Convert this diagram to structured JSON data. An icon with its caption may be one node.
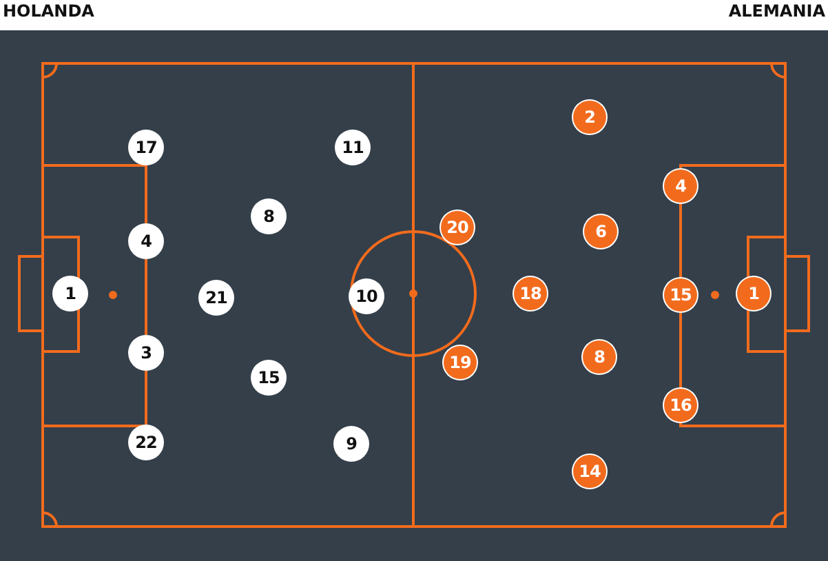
{
  "diagram": {
    "nodes": [
      {
        "text": [
          "1"
        ]
      },
      {
        "text": [
          "17"
        ]
      },
      {
        "text": [
          "4"
        ]
      },
      {
        "text": [
          "3"
        ]
      },
      {
        "text": [
          "22"
        ]
      },
      {
        "text": [
          "21"
        ]
      },
      {
        "text": [
          "8"
        ]
      },
      {
        "text": [
          "15"
        ]
      },
      {
        "text": [
          "11"
        ]
      },
      {
        "text": [
          "10"
        ]
      },
      {
        "text": [
          "9"
        ]
      },
      {
        "text": [
          "2"
        ]
      },
      {
        "text": [
          "20"
        ]
      },
      {
        "text": [
          "19"
        ]
      },
      {
        "text": [
          "4"
        ]
      },
      {
        "text": [
          "6"
        ]
      },
      {
        "text": [
          "18"
        ]
      },
      {
        "text": [
          "8"
        ]
      },
      {
        "text": [
          "15"
        ]
      },
      {
        "text": [
          "16"
        ]
      },
      {
        "text": [
          "14"
        ]
      },
      {
        "text": [
          "1"
        ]
      }
    ],
    "labels": [
      "HOLANDA",
      "ALEMANIA"
    ]
  }
}
